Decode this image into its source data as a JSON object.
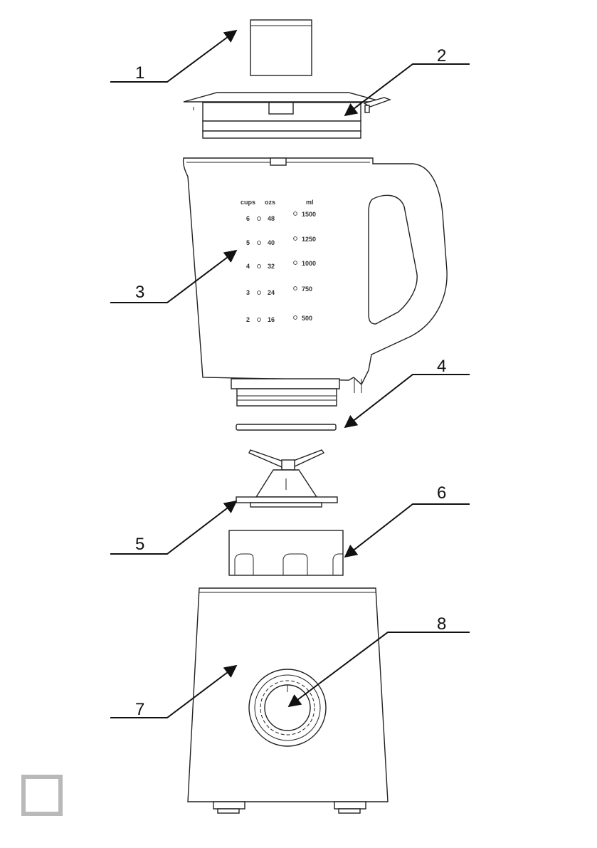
{
  "callouts": [
    "1",
    "2",
    "3",
    "4",
    "5",
    "6",
    "7",
    "8"
  ],
  "jug_scale": {
    "cups_header": "cups",
    "ozs_header": "ozs",
    "ml_header": "ml",
    "cups": [
      "6",
      "5",
      "4",
      "3",
      "2"
    ],
    "ozs": [
      "48",
      "40",
      "32",
      "24",
      "16"
    ],
    "ml": [
      "1500",
      "1250",
      "1000",
      "750",
      "500"
    ]
  },
  "colors": {
    "line": "#222222",
    "page_marker": "#b9b9b9"
  }
}
